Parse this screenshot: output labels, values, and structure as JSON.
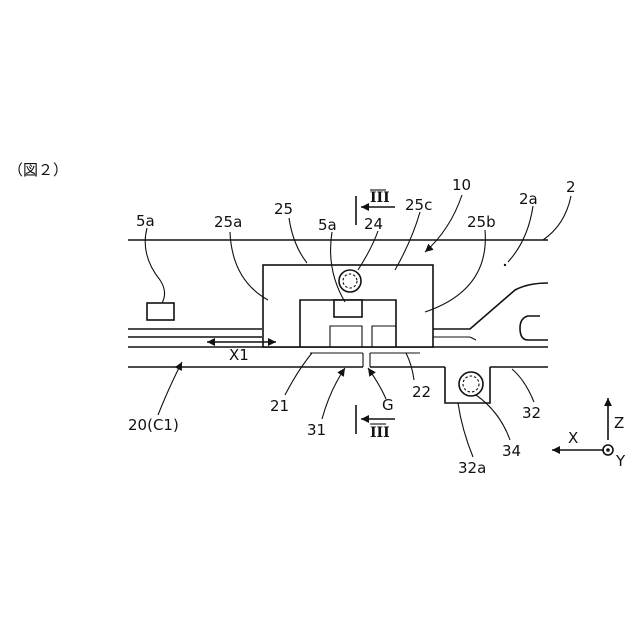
{
  "figure": {
    "caption": "（図２）"
  },
  "labels": {
    "l_5a_left": "5a",
    "l_25a": "25a",
    "l_25": "25",
    "l_5a_mid": "5a",
    "l_24": "24",
    "l_III_top": "III",
    "l_25c": "25c",
    "l_10": "10",
    "l_25b": "25b",
    "l_2a": "2a",
    "l_2": "2",
    "l_x1": "X1",
    "l_20c1": "20(C1)",
    "l_21": "21",
    "l_31": "31",
    "l_g": "G",
    "l_III_bottom": "III",
    "l_22": "22",
    "l_32": "32",
    "l_34": "34",
    "l_32a": "32a",
    "l_z": "Z",
    "l_x": "X",
    "l_y": "Y"
  }
}
